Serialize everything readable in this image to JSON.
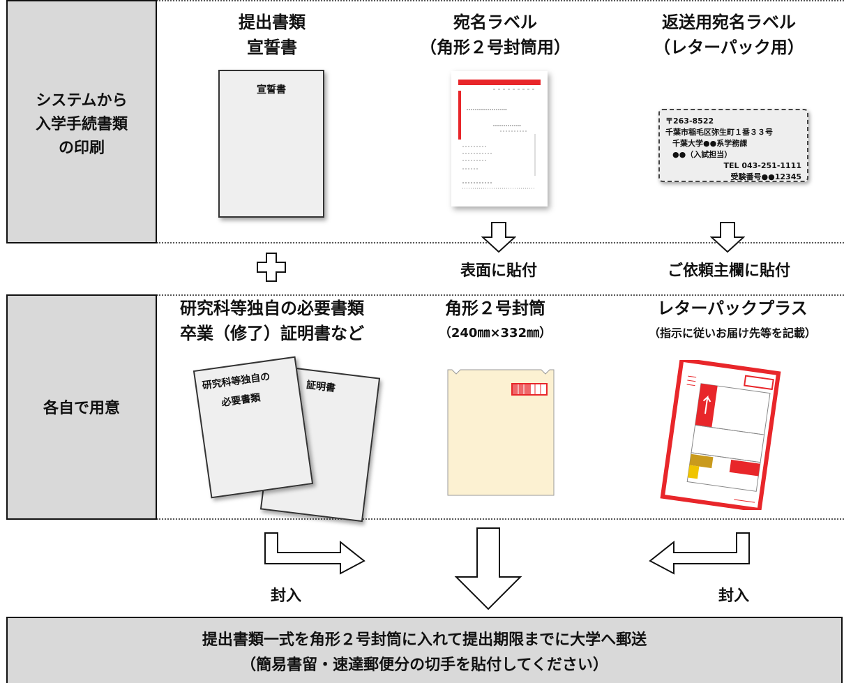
{
  "row1": {
    "left_label": [
      "システムから",
      "入学手続書類",
      "の印刷"
    ],
    "col1": {
      "title": [
        "提出書類",
        "宣誓書"
      ],
      "doc_text": "宣誓書"
    },
    "col2": {
      "title": [
        "宛名ラベル",
        "（角形２号封筒用）"
      ]
    },
    "col3": {
      "title": [
        "返送用宛名ラベル",
        "（レターパック用）"
      ],
      "card_lines": [
        "〒263-8522",
        "千葉市稲毛区弥生町１番３３号",
        "千葉大学●●系学務課",
        "●●（入試担当）",
        "TEL 043-251-1111",
        "受験番号●●12345"
      ]
    }
  },
  "between": {
    "mid_text": "表面に貼付",
    "right_text": "ご依頼主欄に貼付"
  },
  "row2": {
    "left_label": "各自で用意",
    "col1": {
      "title": [
        "研究科等独自の必要書類",
        "卒業（修了）証明書など"
      ],
      "doc1_lines": [
        "研究科等独自の",
        "必要書類"
      ],
      "doc2_text": "証明書"
    },
    "col2": {
      "title": [
        "角形２号封筒",
        "（240㎜×332㎜）"
      ]
    },
    "col3": {
      "title": [
        "レターパックプラス",
        "（指示に従いお届け先等を記載）"
      ]
    }
  },
  "flow": {
    "left_text": "封入",
    "right_text": "封入"
  },
  "bottom": {
    "line1": "提出書類一式を角形２号封筒に入れて提出期限までに大学へ郵送",
    "line2": "（簡易書留・速達郵便分の切手を貼付してください）"
  },
  "colors": {
    "gray": "#d9d9d9",
    "red": "#e8262a",
    "envelope": "#fcf1d2"
  }
}
